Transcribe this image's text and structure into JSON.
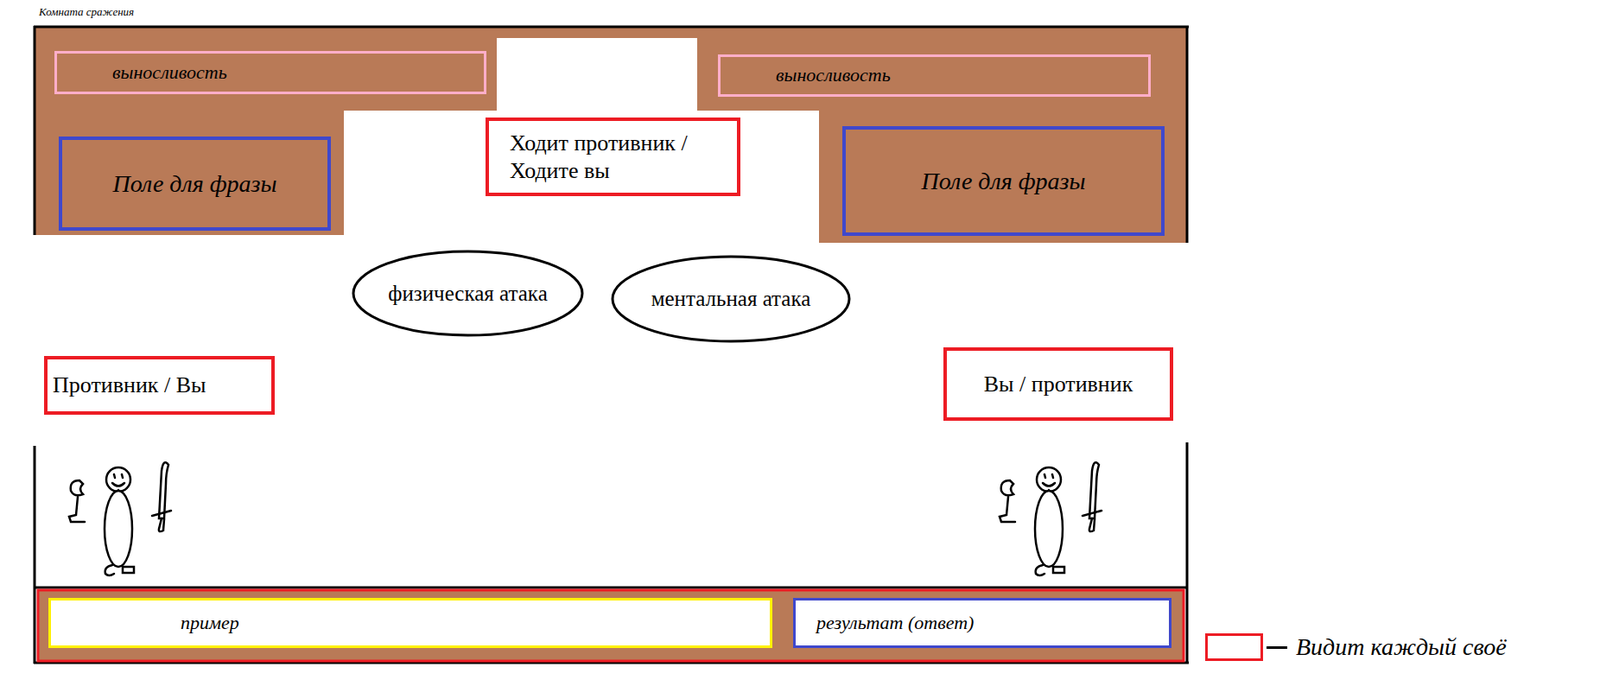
{
  "diagram": {
    "nodes": [
      {
        "text": [
          "Комната сражения"
        ]
      },
      {
        "text": [
          "выносливость"
        ],
        "in": 0
      },
      {
        "text": [
          "выносливость"
        ],
        "in": 0
      },
      {
        "text": [
          "Поле для фразы"
        ],
        "in": 0
      },
      {
        "text": [
          "Ходит противник / Ходите вы"
        ],
        "in": 0
      },
      {
        "text": [
          "Поле для фразы"
        ],
        "in": 0
      },
      {
        "text": [
          "физическая атака"
        ],
        "in": 0
      },
      {
        "text": [
          "ментальная атака"
        ],
        "in": 0
      },
      {
        "text": [
          "Противник / Вы"
        ],
        "in": 0
      },
      {
        "text": [
          "Вы / противник"
        ],
        "in": 0
      },
      {
        "text": [
          "пример"
        ],
        "in": 0
      },
      {
        "text": [
          "результат (ответ)"
        ],
        "in": 0
      }
    ],
    "legend": [
      {
        "text": "Видит каждый своё"
      }
    ]
  }
}
